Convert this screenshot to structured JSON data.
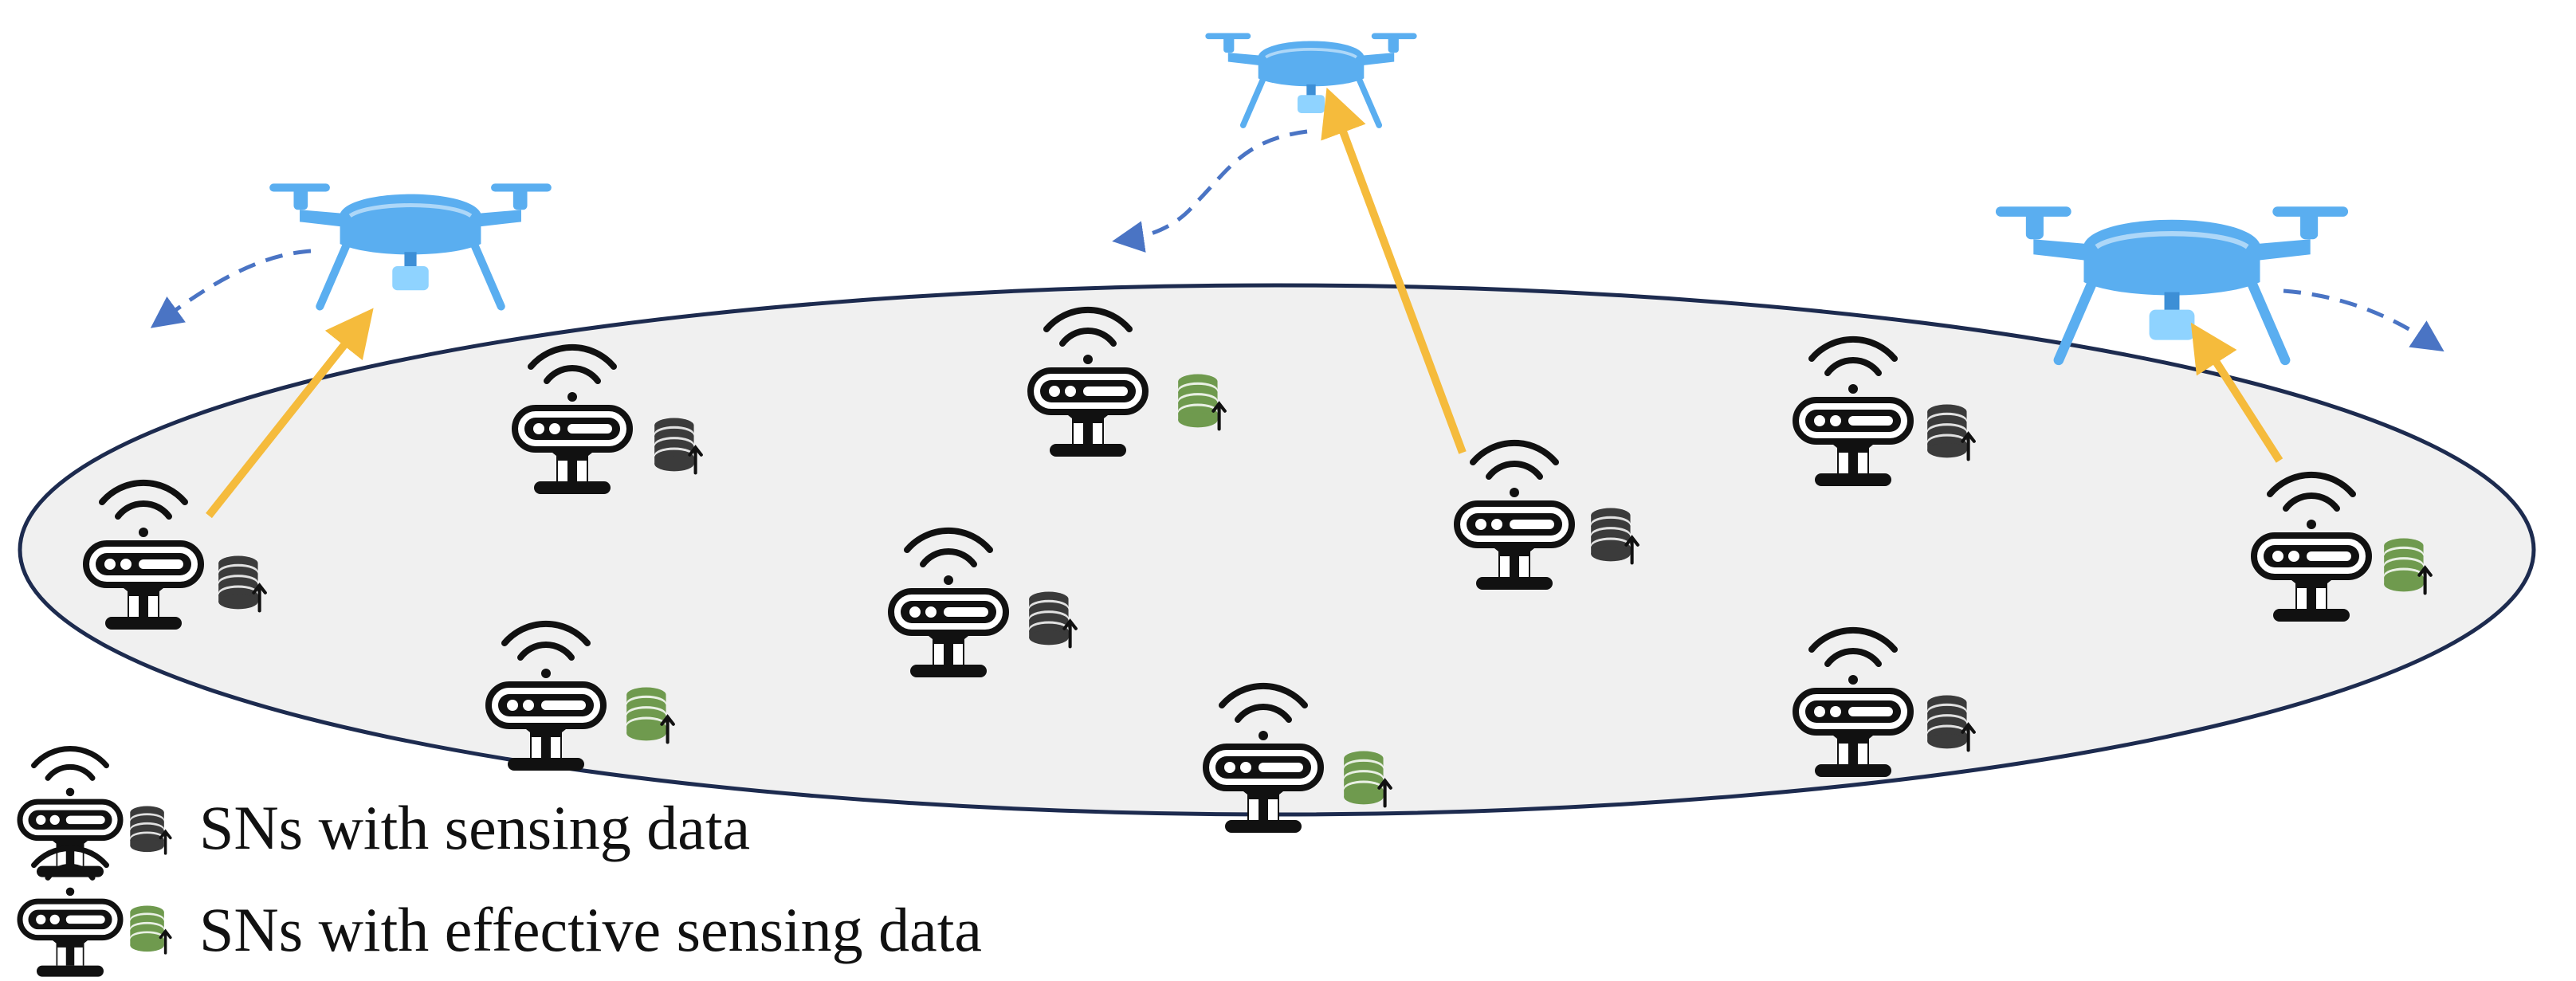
{
  "legend": {
    "items": [
      {
        "label": "SNs with sensing data",
        "db_color": "#3b3b3b"
      },
      {
        "label": "SNs with effective sensing data",
        "db_color": "#6f9a4e"
      }
    ]
  },
  "colors": {
    "area_fill": "#f0f0f0",
    "area_stroke": "#1d2b4f",
    "uav": "#5aaef0",
    "uplink_arrow": "#f5bb3c",
    "flight_path": "#4a74c4",
    "db_normal": "#3b3b3b",
    "db_effective": "#6f9a4e"
  },
  "nodes": [
    {
      "effective": false,
      "uploading": true
    },
    {
      "effective": false,
      "uploading": false
    },
    {
      "effective": true,
      "uploading": false
    },
    {
      "effective": false,
      "uploading": false
    },
    {
      "effective": true,
      "uploading": false
    },
    {
      "effective": true,
      "uploading": false
    },
    {
      "effective": false,
      "uploading": true
    },
    {
      "effective": false,
      "uploading": false
    },
    {
      "effective": false,
      "uploading": false
    },
    {
      "effective": true,
      "uploading": true
    }
  ],
  "uavs": [
    {
      "name": "uav-left",
      "flight_direction": "left"
    },
    {
      "name": "uav-center",
      "flight_direction": "left"
    },
    {
      "name": "uav-right",
      "flight_direction": "right"
    }
  ]
}
